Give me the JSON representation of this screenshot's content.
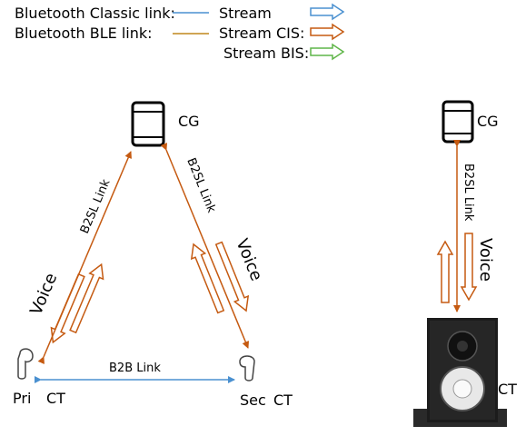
{
  "legend": {
    "classic_label": "Bluetooth Classic link:",
    "ble_label": "Bluetooth BLE link:",
    "stream": "Stream",
    "stream_cis": "Stream CIS:",
    "stream_bis": "Stream BIS:",
    "colors": {
      "classic": "#4a90d0",
      "ble": "#c55a11",
      "bis": "#5fb548"
    }
  },
  "left": {
    "cg_label": "CG",
    "link_left": "B2SL Link",
    "link_right": "B2SL Link",
    "voice_left": "Voice",
    "voice_right": "Voice",
    "b2b_link": "B2B Link",
    "pri": "Pri",
    "pri_ct": "CT",
    "sec": "Sec",
    "sec_ct": "CT"
  },
  "right": {
    "cg_label": "CG",
    "link": "B2SL Link",
    "voice": "Voice",
    "ct_label": "CT"
  },
  "icons": [
    "phone-icon",
    "earbud-icon",
    "speaker-icon"
  ]
}
